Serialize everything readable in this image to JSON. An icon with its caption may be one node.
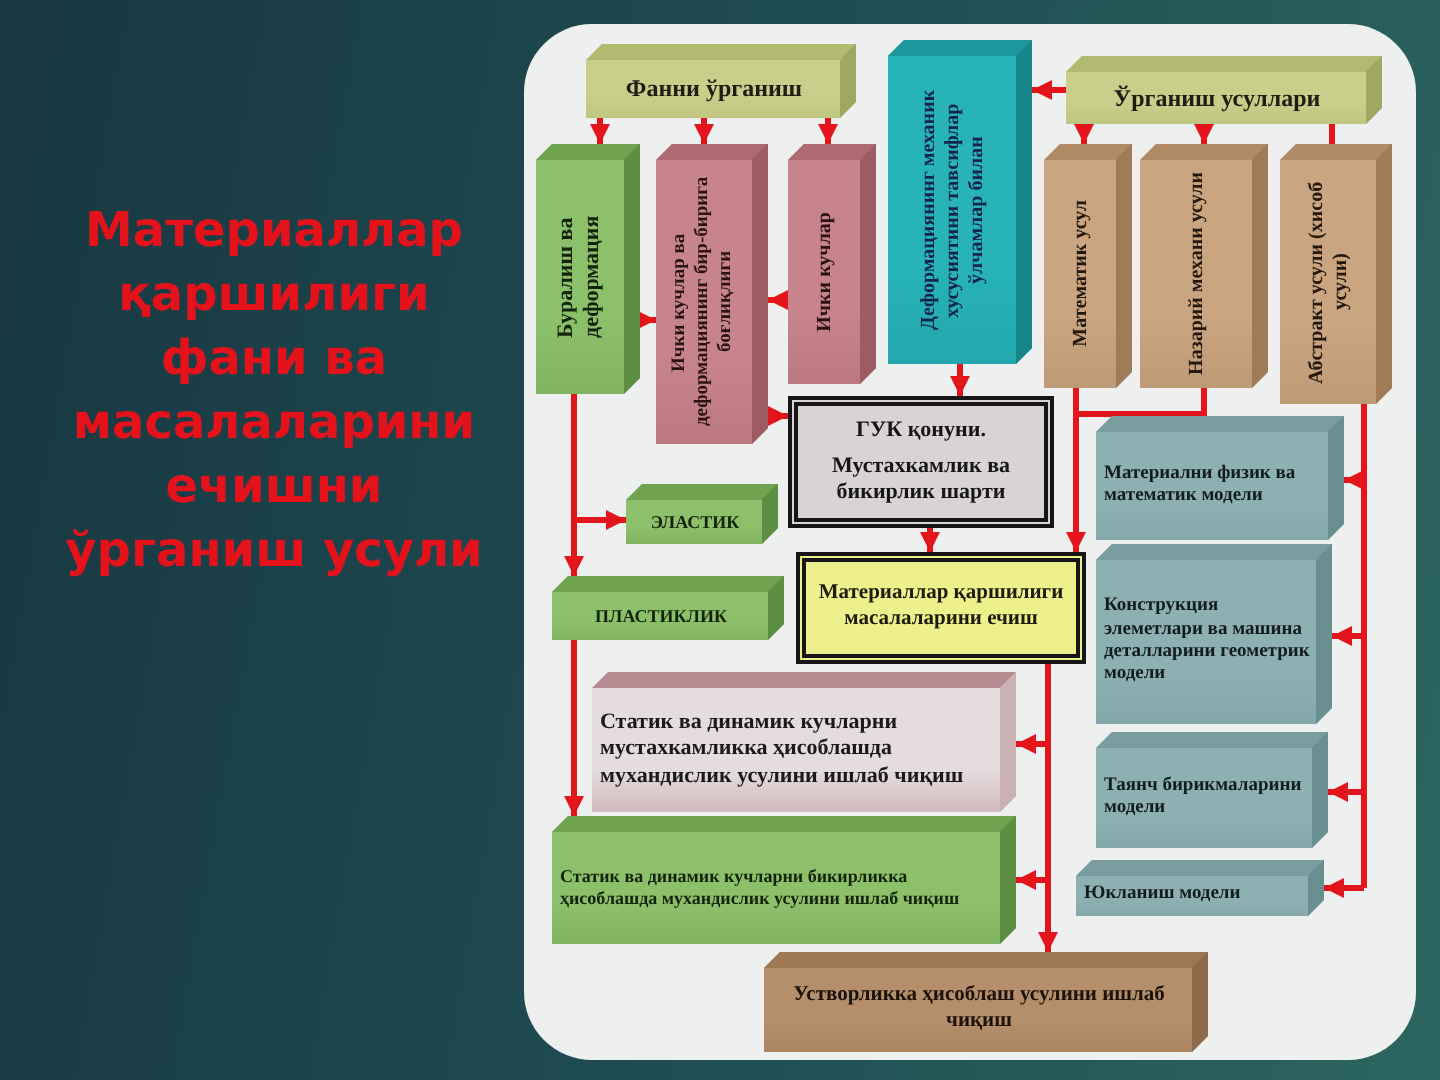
{
  "diagram": {
    "title": "Материаллар қаршилиги фани ва масалаларини ечишни ўрганиш усули",
    "nodes": [
      {
        "text": [
          "Фанни ўрганиш"
        ]
      },
      {
        "text": [
          "Ўрганиш усуллари"
        ]
      },
      {
        "text": [
          "Буралиш ва деформация"
        ]
      },
      {
        "text": [
          "Ички кучлар ва деформациянинг бир-бирига боғлиқлиги"
        ]
      },
      {
        "text": [
          "Ички кучлар"
        ]
      },
      {
        "text": [
          "Деформациянинг механик хусусиятини тавсифлар ўлчамлар билан"
        ]
      },
      {
        "text": [
          "Математик усул"
        ]
      },
      {
        "text": [
          "Назарий механи усули"
        ]
      },
      {
        "text": [
          "Абстракт усули (хисоб усули)"
        ]
      },
      {
        "text": [
          "ГУК қонуни.",
          "Мустахкамлик ва бикирлик шарти"
        ]
      },
      {
        "text": [
          "ЭЛАСТИК"
        ]
      },
      {
        "text": [
          "ПЛАСТИКЛИК"
        ]
      },
      {
        "text": [
          "Материаллар қаршилиги масалаларини ечиш"
        ]
      },
      {
        "text": [
          "Материални физик ва математик модели"
        ]
      },
      {
        "text": [
          "Конструкция элеметлари ва машина деталларини геометрик модели"
        ]
      },
      {
        "text": [
          "Таянч бирикмаларини модели"
        ]
      },
      {
        "text": [
          "Юкланиш модели"
        ]
      },
      {
        "text": [
          "Статик ва динамик кучларни мустахкамликка ҳисоблашда мухандислик усулини ишлаб чиқиш"
        ]
      },
      {
        "text": [
          "Статик ва динамик кучларни бикирликка ҳисоблашда мухандислик усулини ишлаб чиқиш"
        ]
      },
      {
        "text": [
          "Устворликка ҳисоблаш усулини ишлаб чиқиш"
        ]
      }
    ],
    "edges": [
      {
        "from": 0,
        "to": 2,
        "arrow": "to"
      },
      {
        "from": 0,
        "to": 3,
        "arrow": "to"
      },
      {
        "from": 0,
        "to": 4,
        "arrow": "to"
      },
      {
        "from": 1,
        "to": 5,
        "arrow": "to"
      },
      {
        "from": 1,
        "to": 6,
        "arrow": "to"
      },
      {
        "from": 1,
        "to": 7,
        "arrow": "to"
      },
      {
        "from": 1,
        "to": 8,
        "arrow": "none"
      },
      {
        "from": 4,
        "to": 3,
        "arrow": "to"
      },
      {
        "from": 2,
        "to": 3,
        "arrow": "to"
      },
      {
        "from": 5,
        "to": 9,
        "arrow": "to"
      },
      {
        "from": 3,
        "to": 9,
        "arrow": "to"
      },
      {
        "from": 9,
        "to": 12,
        "arrow": "to"
      },
      {
        "from": 2,
        "to": 10,
        "arrow": "to"
      },
      {
        "from": 2,
        "to": 11,
        "arrow": "to"
      },
      {
        "from": 11,
        "to": 18,
        "arrow": "to"
      },
      {
        "from": 6,
        "to": 12,
        "arrow": "to"
      },
      {
        "from": 7,
        "to": 12,
        "arrow": "to"
      },
      {
        "from": 8,
        "to": 13,
        "arrow": "to"
      },
      {
        "from": 8,
        "to": 14,
        "arrow": "to"
      },
      {
        "from": 8,
        "to": 15,
        "arrow": "to"
      },
      {
        "from": 8,
        "to": 16,
        "arrow": "to"
      },
      {
        "from": 12,
        "to": 17,
        "arrow": "to"
      },
      {
        "from": 12,
        "to": 18,
        "arrow": "to"
      },
      {
        "from": 12,
        "to": 19,
        "arrow": "to"
      }
    ]
  }
}
